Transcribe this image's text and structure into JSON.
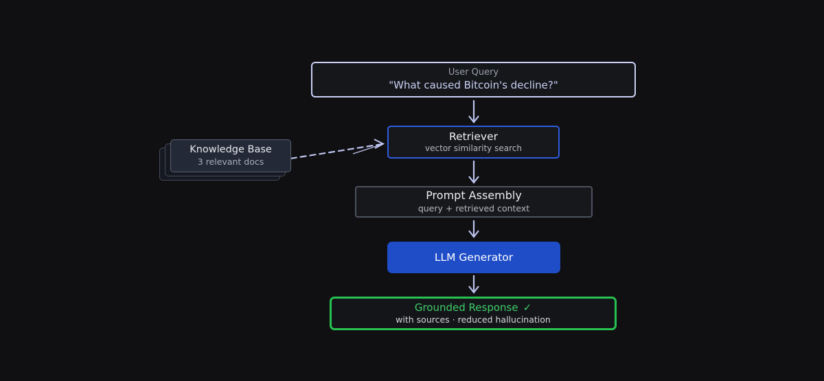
{
  "diagram": {
    "nodes": {
      "user_query": {
        "title": "User Query",
        "query": "\"What caused Bitcoin's decline?\""
      },
      "retriever": {
        "title": "Retriever",
        "subtitle": "vector similarity search"
      },
      "knowledge_base": {
        "title": "Knowledge Base",
        "subtitle": "3 relevant docs"
      },
      "prompt_assembly": {
        "title": "Prompt Assembly",
        "subtitle": "query + retrieved context"
      },
      "llm_generator": {
        "title": "LLM Generator"
      },
      "grounded_response": {
        "title": "Grounded Response",
        "check": "✓",
        "subtitle": "with sources · reduced hallucination"
      }
    },
    "edges": [
      {
        "from": "user_query",
        "to": "retriever",
        "style": "solid"
      },
      {
        "from": "knowledge_base",
        "to": "retriever",
        "style": "dashed"
      },
      {
        "from": "retriever",
        "to": "prompt_assembly",
        "style": "solid"
      },
      {
        "from": "prompt_assembly",
        "to": "llm_generator",
        "style": "solid"
      },
      {
        "from": "llm_generator",
        "to": "grounded_response",
        "style": "solid"
      }
    ],
    "colors": {
      "background": "#101013",
      "arrow": "#bdc5ef",
      "user_query_border": "#c9d0f4",
      "retriever_border": "#2e5de0",
      "llm_fill": "#1e4dc7",
      "green_border": "#27c250",
      "green_text": "#3fcd68",
      "gray_border": "#4d525e",
      "kb_bg": "#232936"
    }
  }
}
